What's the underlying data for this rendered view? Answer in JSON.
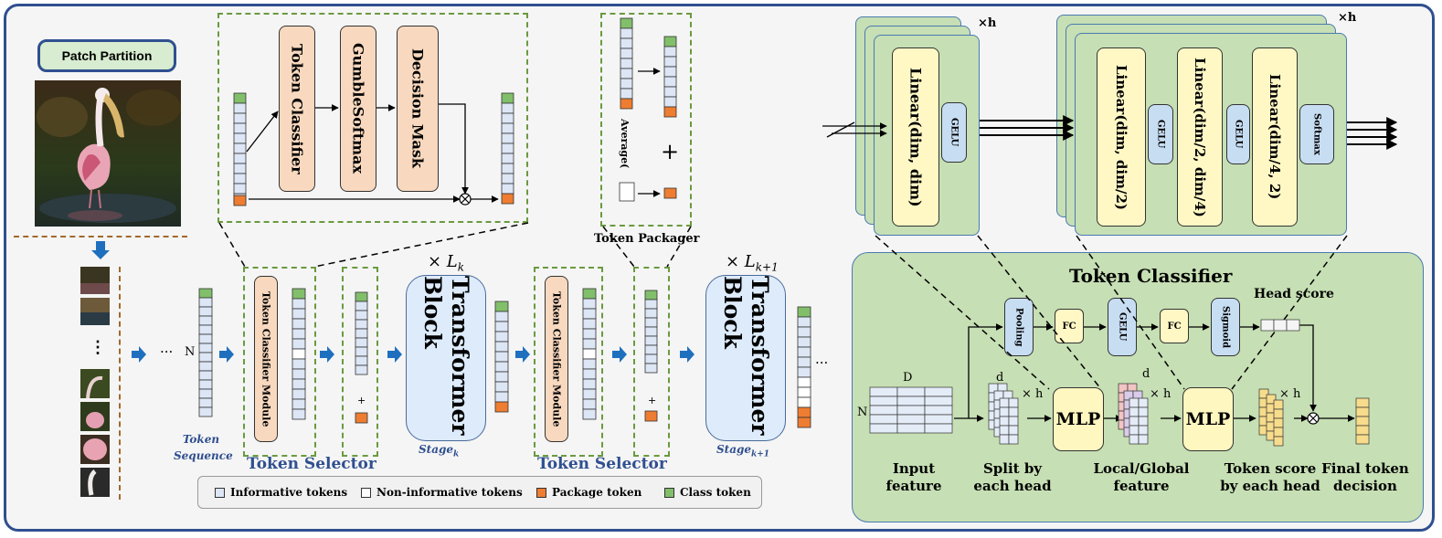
{
  "patch_partition": "Patch Partition",
  "token_selector_zoom": {
    "token_classifier": "Token Classifier",
    "gumble_softmax": "GumbleSoftmax",
    "decision_mask": "Decision Mask"
  },
  "token_packager": {
    "label": "Token Packager",
    "average_label": "Average(",
    "average_close": ")",
    "plus": "+"
  },
  "pipeline": {
    "dots": "···",
    "n_label": "N",
    "token_sequence": "Token\nSequence",
    "tcm_label": "Token Classifier Module",
    "token_selector": "Token Selector",
    "transformer_block": "Transformer Block",
    "stage_k_mult": "× L",
    "stage_k_sub": "k",
    "stage_k1_sub": "k+1",
    "stage_k_label": "Stage",
    "plus": "+",
    "trailing_dots": "···",
    "ellipsis_v": "⋮"
  },
  "legend": [
    {
      "label": "Informative tokens",
      "color": "#dde6f5"
    },
    {
      "label": "Non-informative tokens",
      "color": "#ffffff"
    },
    {
      "label": "Package token",
      "color": "#ee7d31"
    },
    {
      "label": "Class token",
      "color": "#82bf6b"
    }
  ],
  "mlp_small": {
    "linear": "Linear(dim, dim)",
    "gelu": "GELU",
    "times_h": "×h"
  },
  "mlp_large": {
    "linear1": "Linear(dim, dim/2)",
    "gelu1": "GELU",
    "linear2": "Linear(dim/2, dim/4)",
    "gelu2": "GELU",
    "linear3": "Linear(dim/4, 2)",
    "softmax": "Softmax",
    "times_h": "×h"
  },
  "token_classifier": {
    "title": "Token Classifier",
    "head_score": "Head score",
    "pooling": "Pooling",
    "fc1": "FC",
    "gelu": "GELU",
    "fc2": "FC",
    "sigmoid": "Sigmoid",
    "mlp1": "MLP",
    "mlp2": "MLP",
    "d_top": "D",
    "n_left": "N",
    "d_split": "d",
    "xh_split": "× h",
    "d_local": "d",
    "xh_local": "× h",
    "xh_score": "× h",
    "input_feature": "Input\nfeature",
    "split_by_head": "Split by\neach head",
    "local_global": "Local/Global\nfeature",
    "token_score": "Token score\nby each head",
    "final_decision": "Final token\ndecision",
    "otimes": "⊗"
  },
  "colors": {
    "frame": "#2f4f8f",
    "green_light": "#c6dfb4",
    "dash_green": "#6a9a3f",
    "orange_token": "#ee7d31",
    "green_token": "#82bf6b",
    "blue_token": "#dde6f5",
    "arrow_blue": "#1f6fbf"
  }
}
